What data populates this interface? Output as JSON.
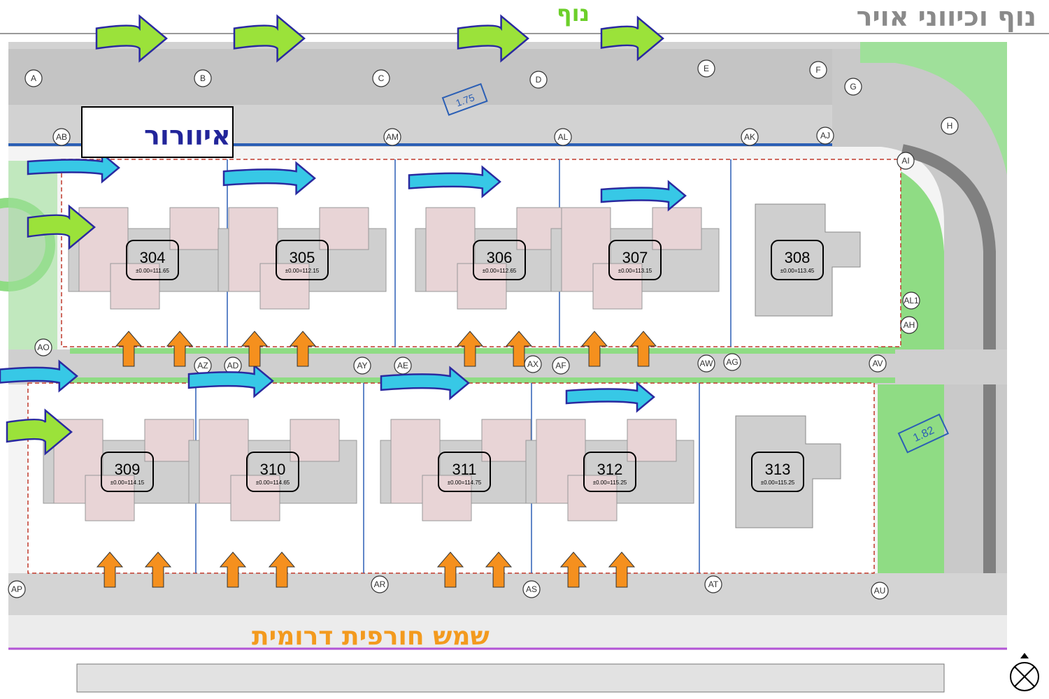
{
  "header": {
    "title": "נוף וכיווני אויר",
    "view_label": "נוף"
  },
  "annotations": {
    "ventilation": "איוורור",
    "winter_sun": "שמש חורפית דרומית"
  },
  "units_north": [
    {
      "number": "304",
      "elevation": "±0.00=111.65"
    },
    {
      "number": "305",
      "elevation": "±0.00=112.15"
    },
    {
      "number": "306",
      "elevation": "±0.00=112.65"
    },
    {
      "number": "307",
      "elevation": "±0.00=113.15"
    },
    {
      "number": "308",
      "elevation": "±0.00=113.45"
    }
  ],
  "units_south": [
    {
      "number": "309",
      "elevation": "±0.00=114.15"
    },
    {
      "number": "310",
      "elevation": "±0.00=114.65"
    },
    {
      "number": "311",
      "elevation": "±0.00=114.75"
    },
    {
      "number": "312",
      "elevation": "±0.00=115.25"
    },
    {
      "number": "313",
      "elevation": "±0.00=115.25"
    }
  ],
  "grid_labels_top": [
    "A",
    "B",
    "C",
    "D",
    "E",
    "F",
    "G",
    "H"
  ],
  "grid_labels_mid": [
    "AB",
    "AM",
    "AL",
    "AK",
    "AJ",
    "AI"
  ],
  "grid_labels_road": [
    "AO",
    "AZ",
    "AD",
    "AY",
    "AE",
    "AX",
    "AF",
    "AW",
    "AG",
    "AV",
    "AH",
    "AL1"
  ],
  "grid_labels_bottom": [
    "AP",
    "AR",
    "AS",
    "AT",
    "AU"
  ],
  "slopes": [
    "1.75",
    "1.82"
  ],
  "colors": {
    "view_arrow": "#9be23a",
    "vent_arrow": "#37c8e6",
    "sun_arrow": "#f5901e",
    "arrow_outline": "#2a2aa0",
    "green_strip": "#8fdc84",
    "road": "#c9c9c9",
    "house": "#e8d4d6",
    "roof": "#cfcfcf"
  }
}
